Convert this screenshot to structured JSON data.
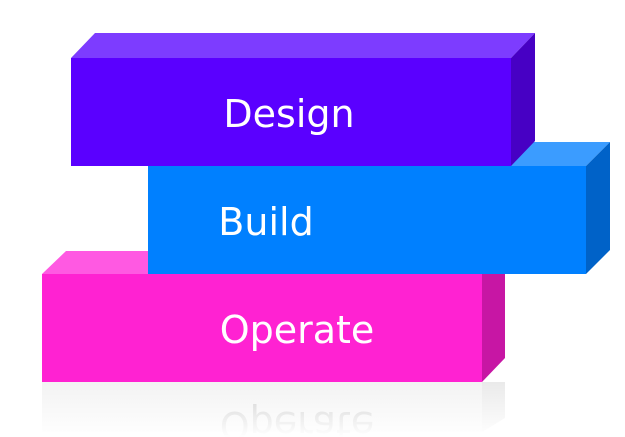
{
  "diagram": {
    "blocks": [
      {
        "label": "Design",
        "front_color": "#5a00ff",
        "top_color": "#7d3cff",
        "side_color": "#4700c4"
      },
      {
        "label": "Build",
        "front_color": "#0080ff",
        "top_color": "#3b9cff",
        "side_color": "#0062c8"
      },
      {
        "label": "Operate",
        "front_color": "#ff22d2",
        "top_color": "#ff59e2",
        "side_color": "#c716a4"
      }
    ]
  }
}
